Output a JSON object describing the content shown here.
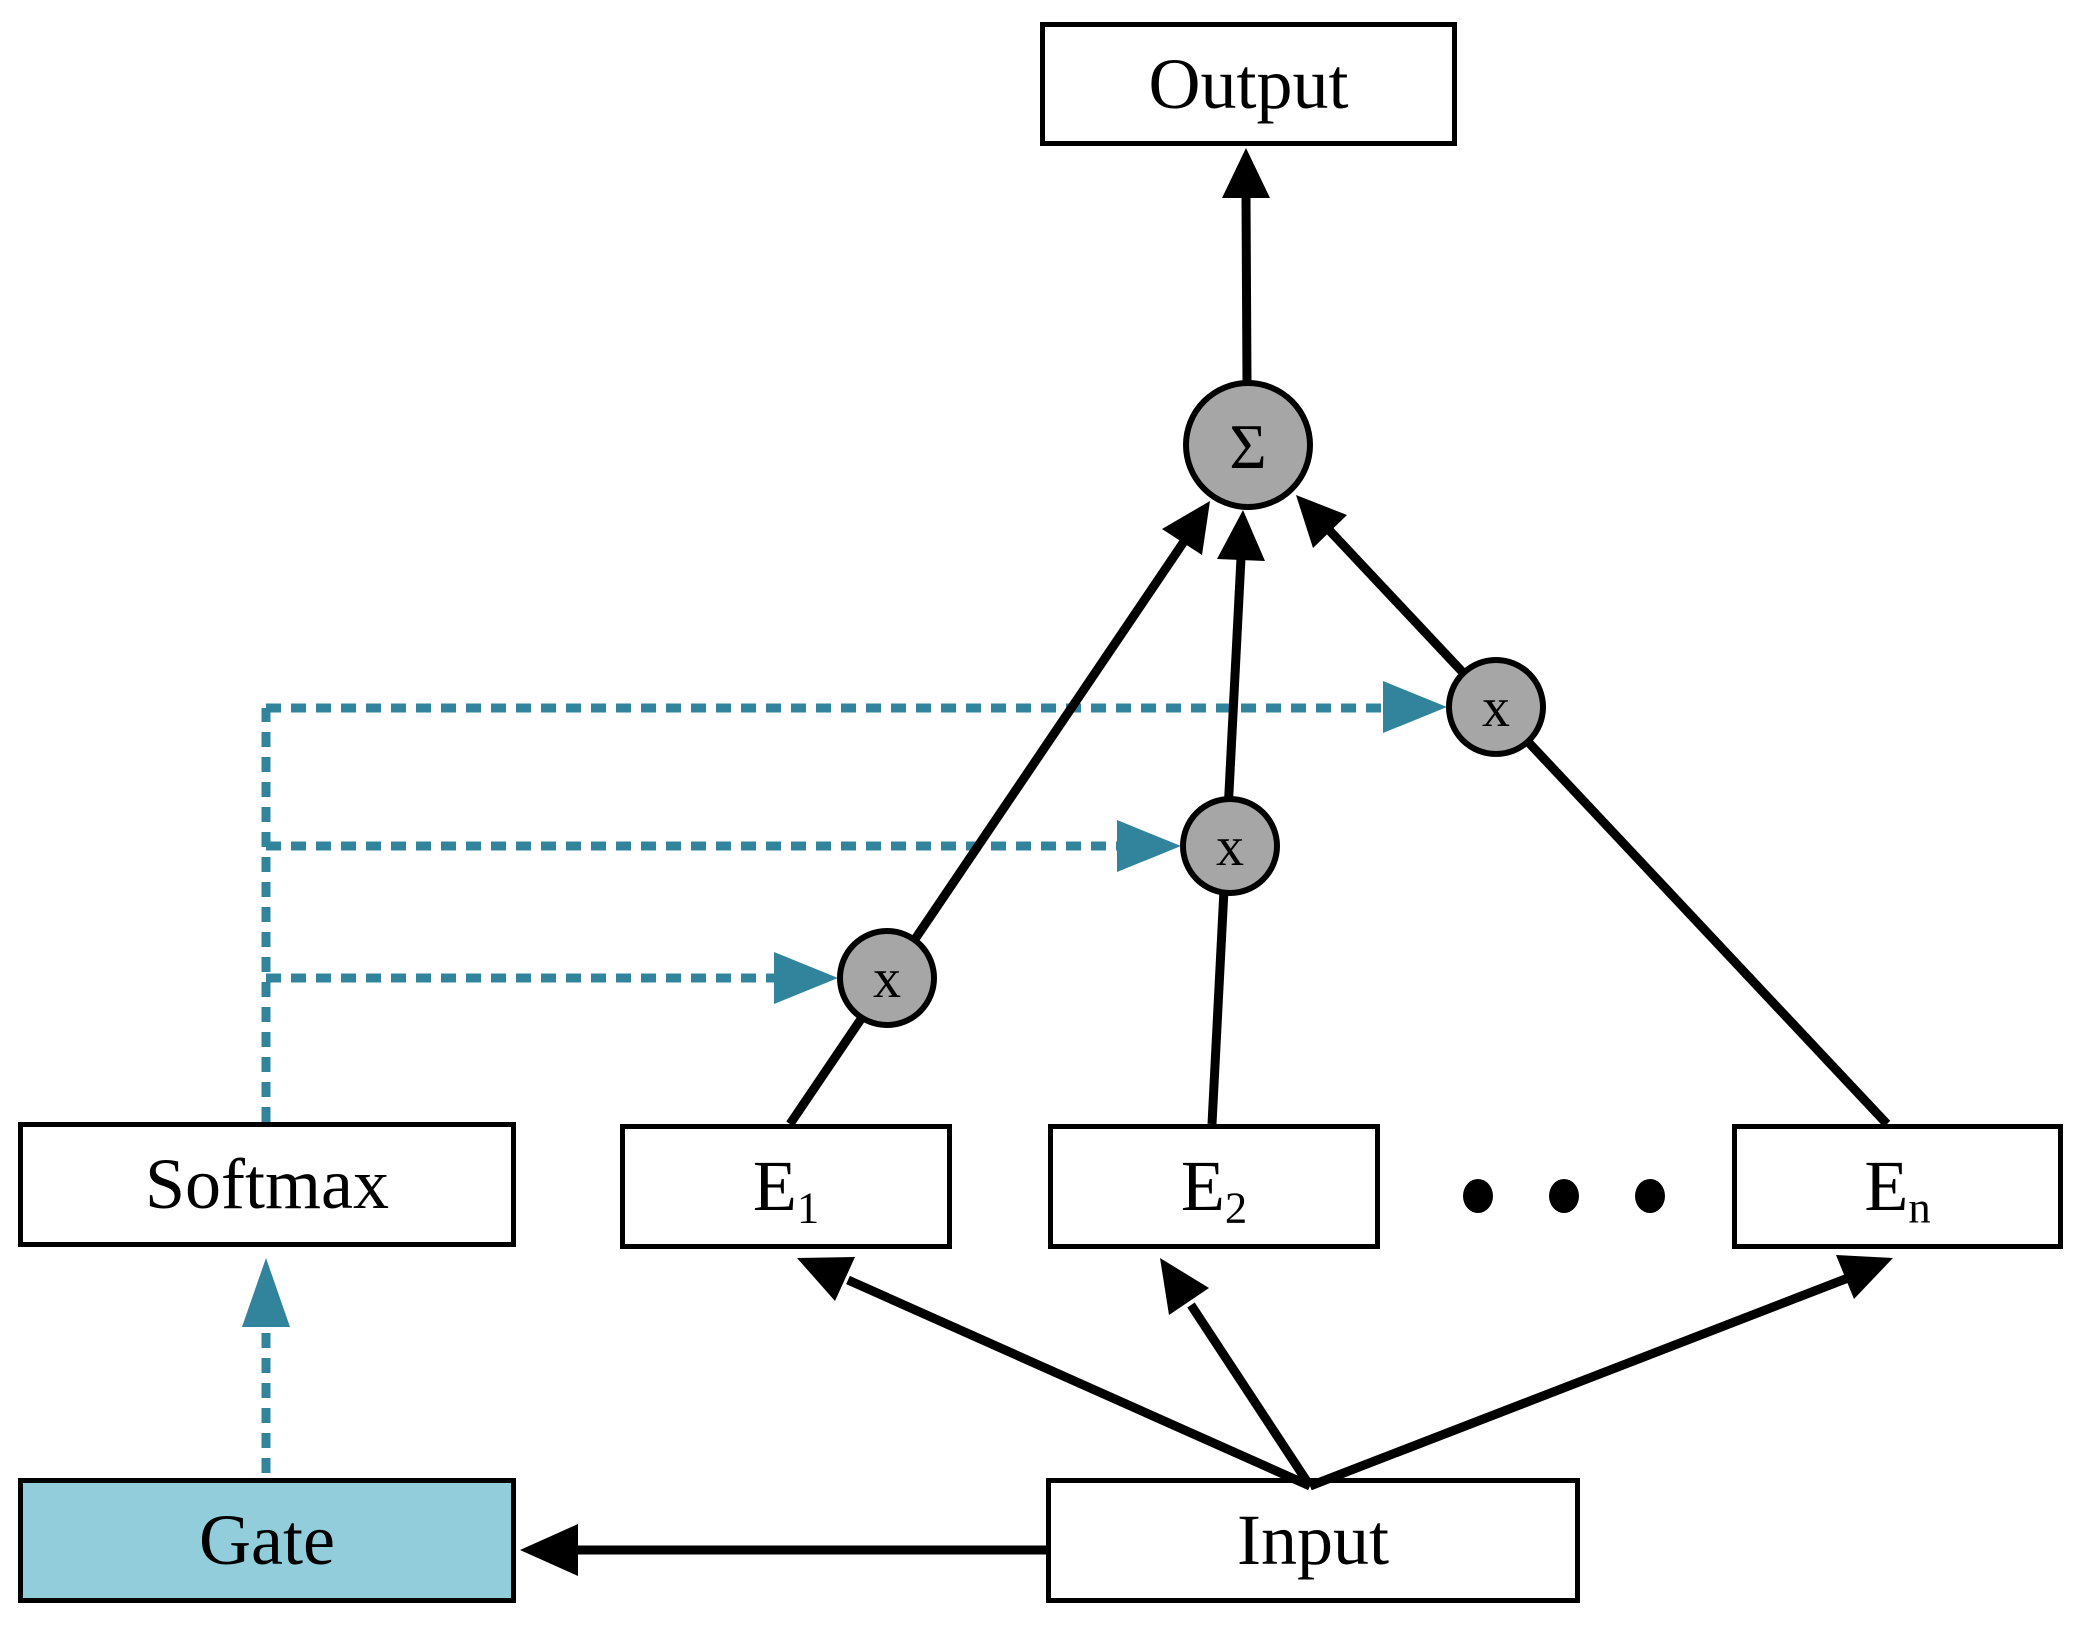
{
  "diagram": {
    "output": {
      "label": "Output"
    },
    "sum_node": {
      "symbol": "Σ"
    },
    "multiply_node": {
      "symbol": "x"
    },
    "softmax": {
      "label": "Softmax"
    },
    "experts": [
      {
        "base": "E",
        "sub": "1"
      },
      {
        "base": "E",
        "sub": "2"
      },
      {
        "base": "E",
        "sub": "n"
      }
    ],
    "ellipsis": {
      "dot_count": 3
    },
    "gate": {
      "label": "Gate"
    },
    "input": {
      "label": "Input"
    },
    "colors": {
      "teal": "#31849B",
      "gate_fill": "#92CDDC",
      "node_fill": "#A6A6A6",
      "black": "#000000"
    }
  }
}
